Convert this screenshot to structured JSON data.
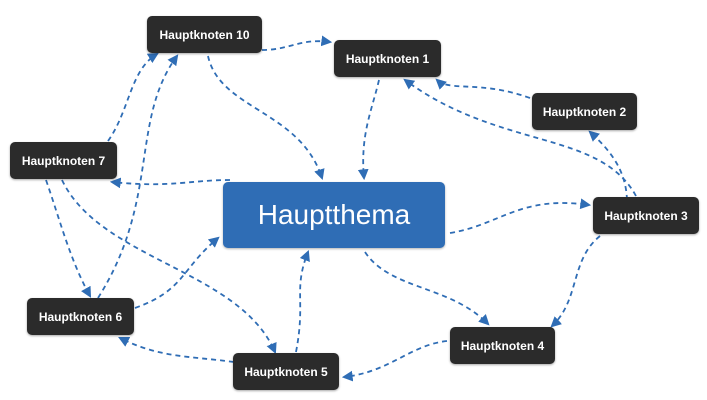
{
  "diagram": {
    "center": {
      "label": "Hauptthema"
    },
    "nodes": [
      {
        "id": "n10",
        "label": "Hauptknoten 10"
      },
      {
        "id": "n1",
        "label": "Hauptknoten 1"
      },
      {
        "id": "n2",
        "label": "Hauptknoten 2"
      },
      {
        "id": "n7",
        "label": "Hauptknoten 7"
      },
      {
        "id": "n3",
        "label": "Hauptknoten 3"
      },
      {
        "id": "n6",
        "label": "Hauptknoten 6"
      },
      {
        "id": "n4",
        "label": "Hauptknoten 4"
      },
      {
        "id": "n5",
        "label": "Hauptknoten 5"
      }
    ],
    "colors": {
      "node": "#2b2b2b",
      "center": "#2f6db5",
      "edge": "#2f6db5"
    }
  }
}
